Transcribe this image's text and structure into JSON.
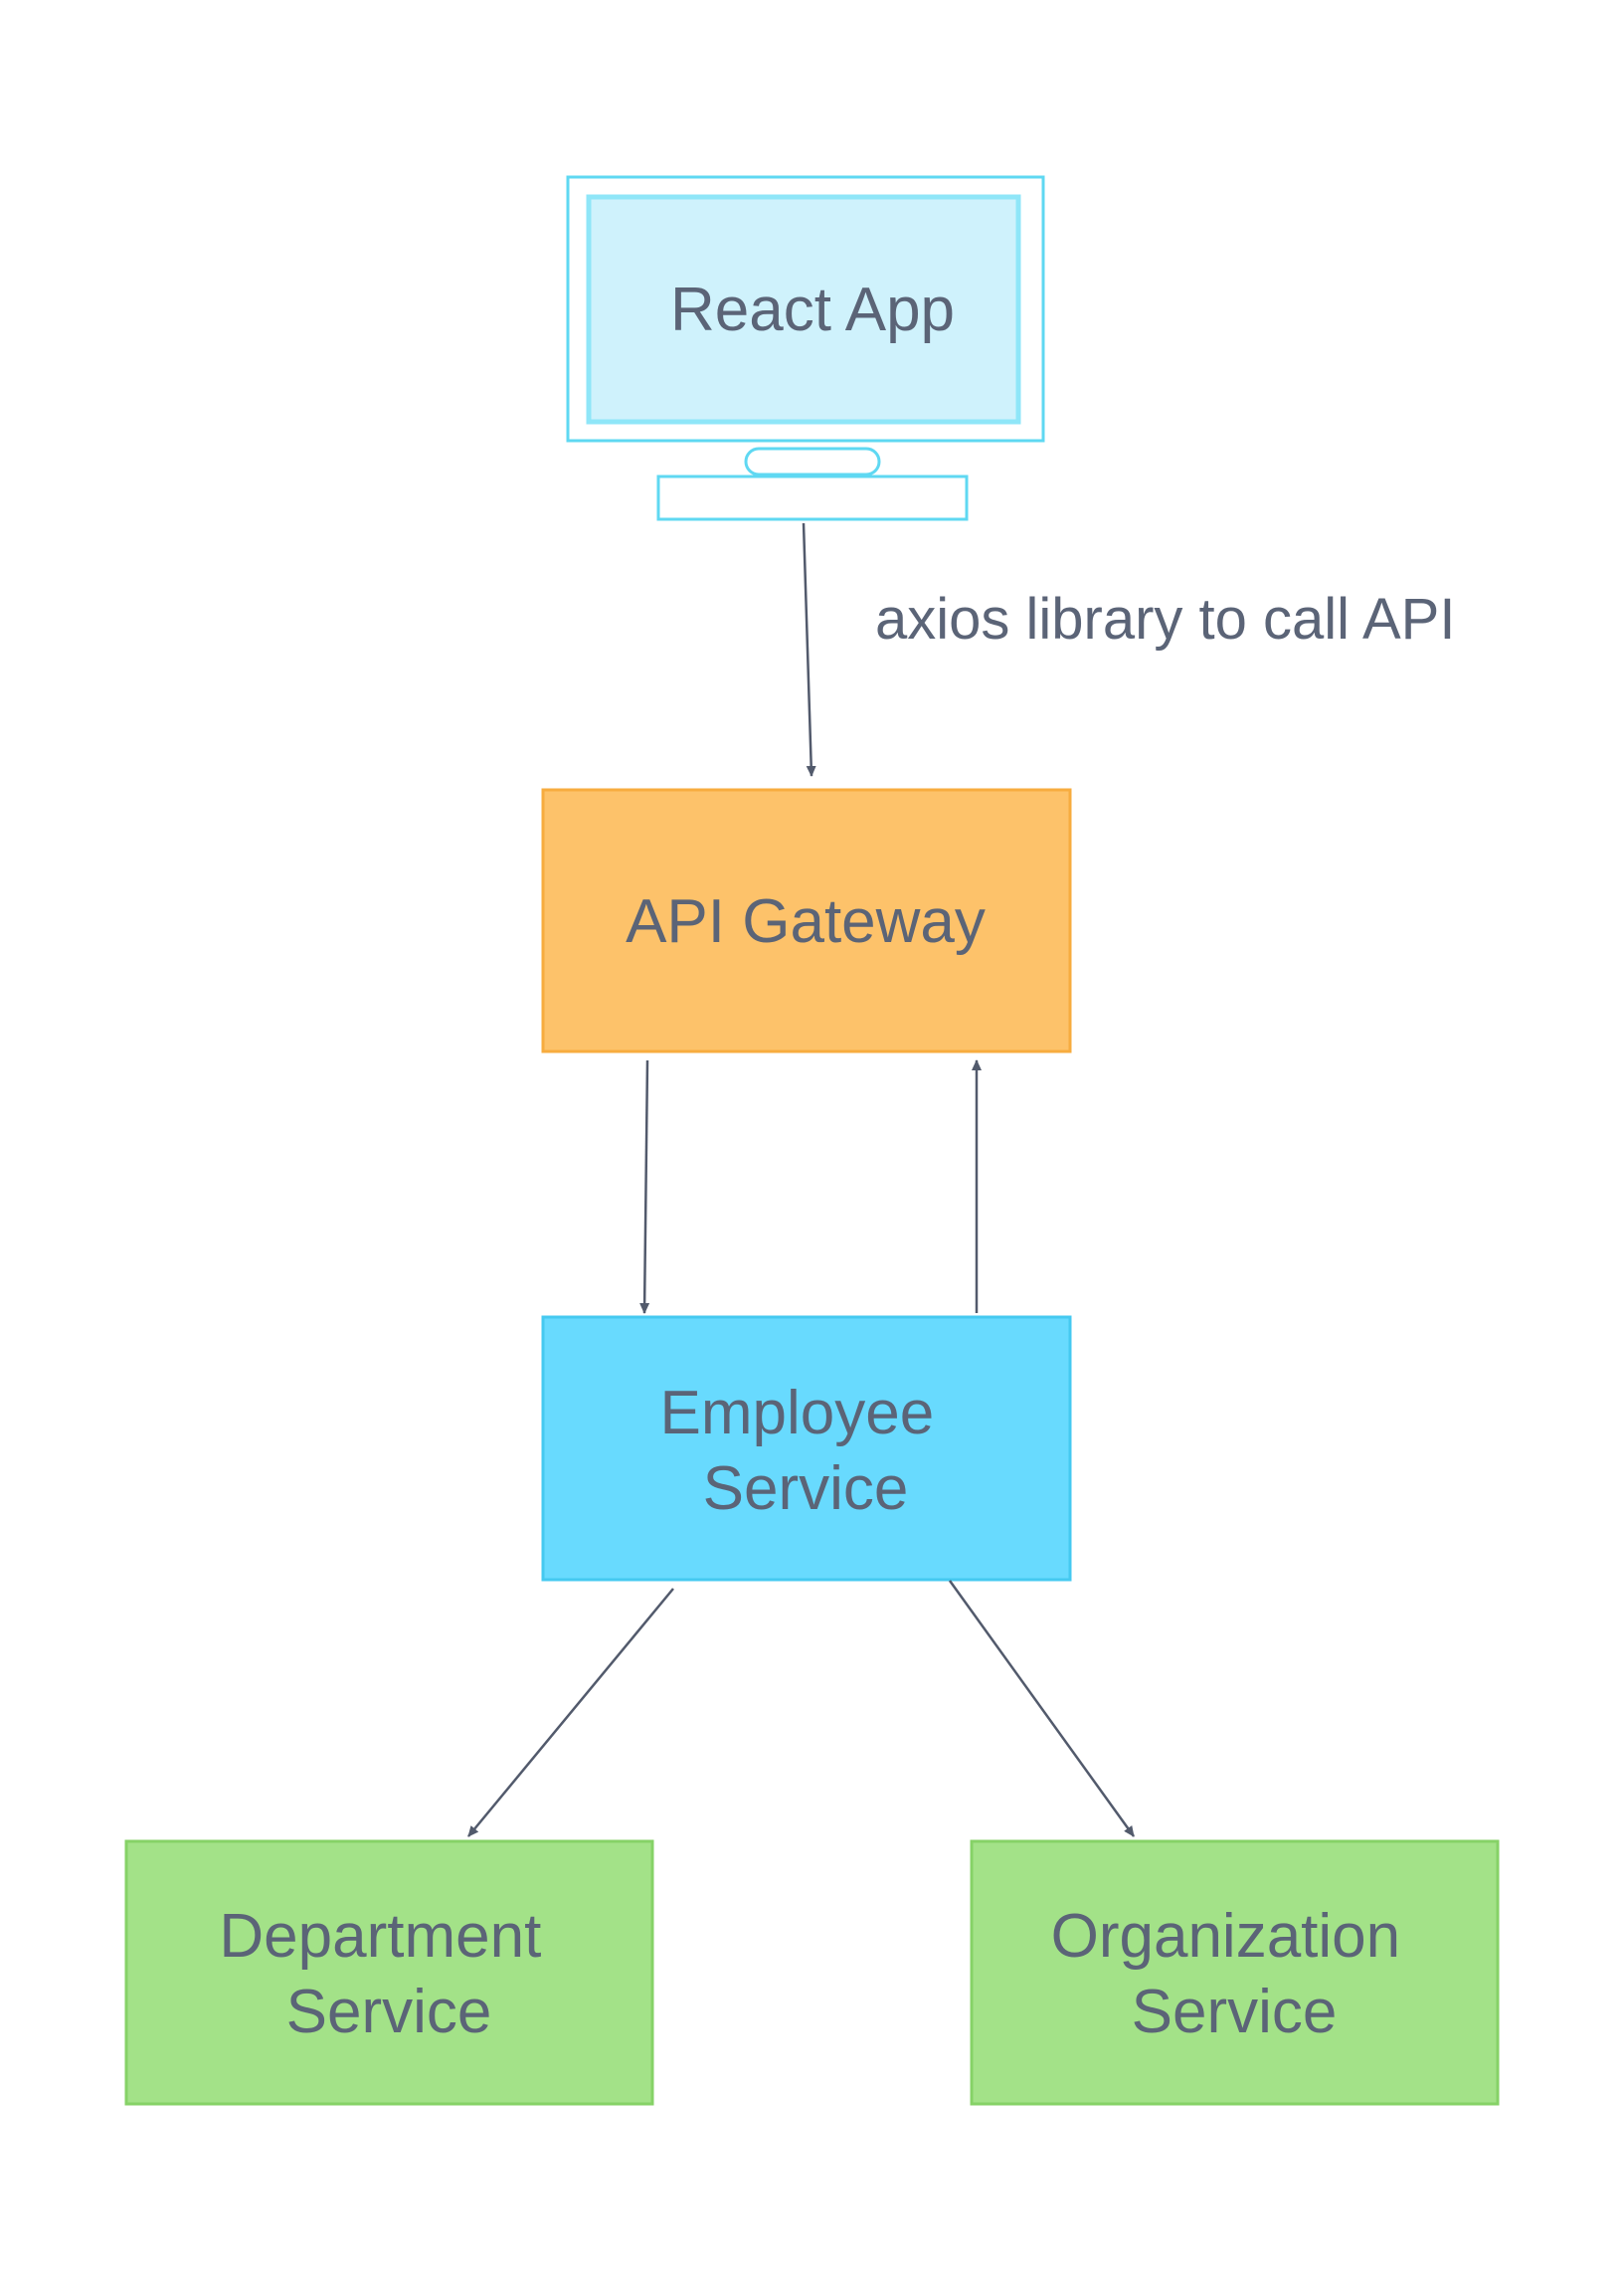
{
  "nodes": {
    "react_app": {
      "label": "React App"
    },
    "api_gateway": {
      "label": "API Gateway"
    },
    "employee_service": {
      "line1": "Employee",
      "line2": "Service"
    },
    "department_service": {
      "line1": "Department",
      "line2": "Service"
    },
    "organization_service": {
      "line1": "Organization",
      "line2": "Service"
    }
  },
  "edges": {
    "react_to_gateway": {
      "label": "axios library to call API"
    }
  },
  "colors": {
    "react_fill": "#cff2fc",
    "react_stroke": "#5fd8f2",
    "gateway_fill": "#fdc26a",
    "gateway_stroke": "#f7ac3f",
    "employee_fill": "#68dafe",
    "employee_stroke": "#45c9f0",
    "leaf_fill": "#a3e288",
    "leaf_stroke": "#86d267",
    "text": "#5b6477",
    "arrow": "#525a6c"
  }
}
